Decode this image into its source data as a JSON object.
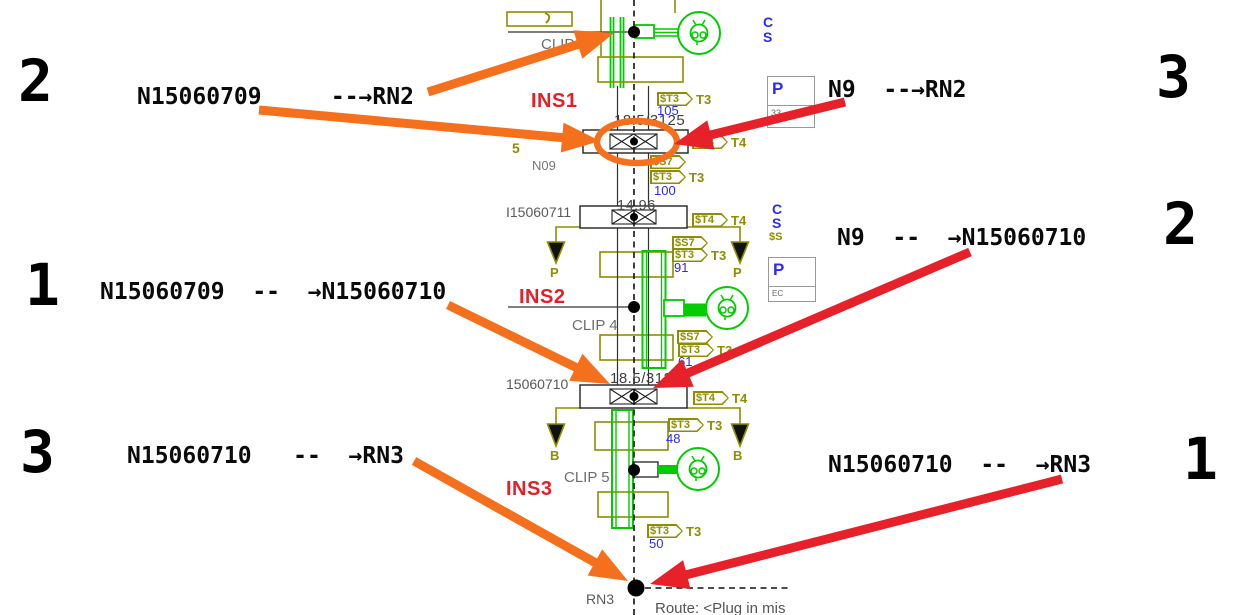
{
  "annotations": {
    "left": [
      {
        "num": "2",
        "label": "N15060709     --→RN2"
      },
      {
        "num": "1",
        "label": "N15060709  --  →N15060710"
      },
      {
        "num": "3",
        "label": "N15060710   --  →RN3"
      }
    ],
    "right": [
      {
        "num": "3",
        "label": "N9  --→RN2"
      },
      {
        "num": "2",
        "label": "N9  --  →N15060710"
      },
      {
        "num": "1",
        "label": "N15060710  --  →RN3"
      }
    ]
  },
  "drawing": {
    "ins1": "INS1",
    "ins2": "INS2",
    "ins3": "INS3",
    "clip3": "CLIP 3",
    "clip4": "CLIP 4",
    "clip5": "CLIP 5",
    "splice1_dim": "18.5/3125",
    "splice2_name": "I15060711",
    "splice2_dim": "14.96",
    "splice3_name": "15060710",
    "splice3_dim": "18.5/3125",
    "n09": "N09",
    "wire5": "5",
    "rn3": "RN3",
    "p_label": "P",
    "b_label": "B",
    "route_note": "Route: <Plug in mis",
    "tags": {
      "t1": {
        "flag": "$T3",
        "suffix": "T3",
        "num": "105"
      },
      "t2": {
        "flag": "$T4",
        "suffix": "T4"
      },
      "t3": {
        "flag": "$S7"
      },
      "t4": {
        "flag": "$T3",
        "suffix": "T3",
        "num": "100"
      },
      "t5": {
        "flag": "$T4",
        "suffix": "T4"
      },
      "t6": {
        "flag": "$S7"
      },
      "t7": {
        "flag": "$T3",
        "suffix": "T3",
        "num": "91"
      },
      "t8": {
        "flag": "$S7"
      },
      "t9": {
        "flag": "$T3",
        "suffix": "T3",
        "num": "61"
      },
      "t10": {
        "flag": "$T4",
        "suffix": "T4"
      },
      "t11": {
        "flag": "$T3",
        "suffix": "T3",
        "num": "48"
      },
      "t12": {
        "flag": "$T3",
        "suffix": "T3",
        "num": "50"
      }
    },
    "panels": {
      "top": {
        "c": "C",
        "s": "S",
        "p": "P",
        "sub": "33"
      },
      "mid": {
        "c": "C",
        "s": "S",
        "p": "P",
        "sub": "EC",
        "frag": "$S"
      }
    }
  },
  "colors": {
    "orange": "#f4701d",
    "red": "#e62129",
    "green": "#00cc00",
    "olive": "#8e8e00",
    "blue": "#2b2bf5"
  }
}
